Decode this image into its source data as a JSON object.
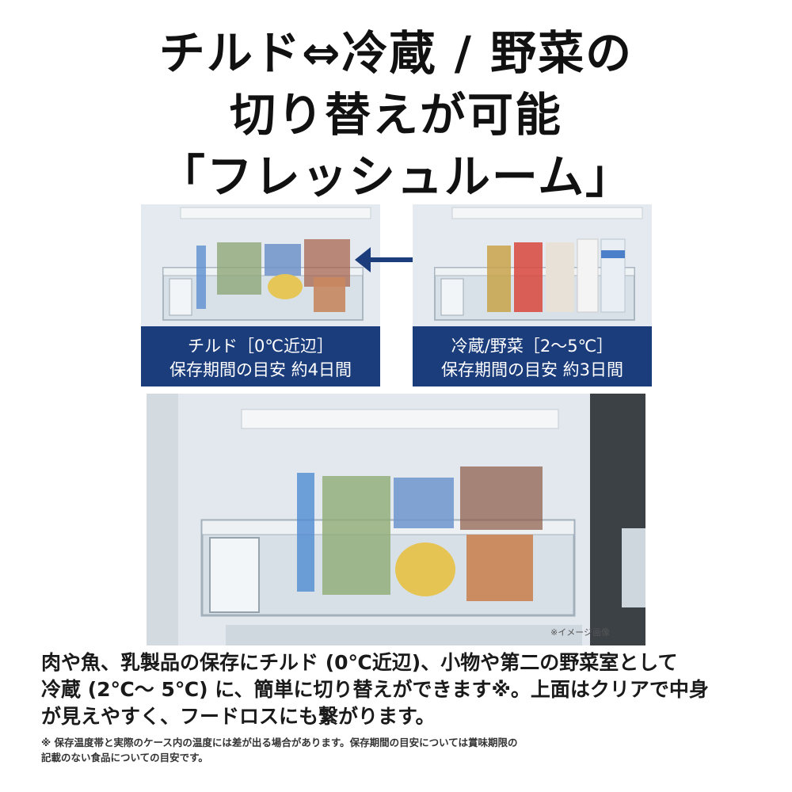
{
  "headline": {
    "line1": "チルド⇔冷蔵 / 野菜の",
    "line2": "切り替えが可能",
    "line3": "「フレッシュルーム」"
  },
  "left_panel": {
    "mode_label": "チルド［0℃近辺］",
    "storage_label": "保存期間の目安  約4日間"
  },
  "right_panel": {
    "mode_label": "冷蔵/野菜［2〜5℃］",
    "storage_label": "保存期間の目安  約3日間"
  },
  "image_note": "※イメージ画像",
  "description": {
    "line1": "肉や魚、乳製品の保存にチルド (0℃近辺)、小物や第二の野菜室として",
    "line2": "冷蔵 (2℃〜 5℃) に、簡単に切り替えができます※。上面はクリアで中身",
    "line3": "が見えやすく、フードロスにも繋がります。"
  },
  "footnote": {
    "line1": "※ 保存温度帯と実際のケース内の温度には差が出る場合があります。保存期間の目安については賞味期限の",
    "line2": "記載のない食品についての目安です。"
  },
  "colors": {
    "label_bg": "#1c3d7c",
    "arrow": "#1c3d7c"
  }
}
